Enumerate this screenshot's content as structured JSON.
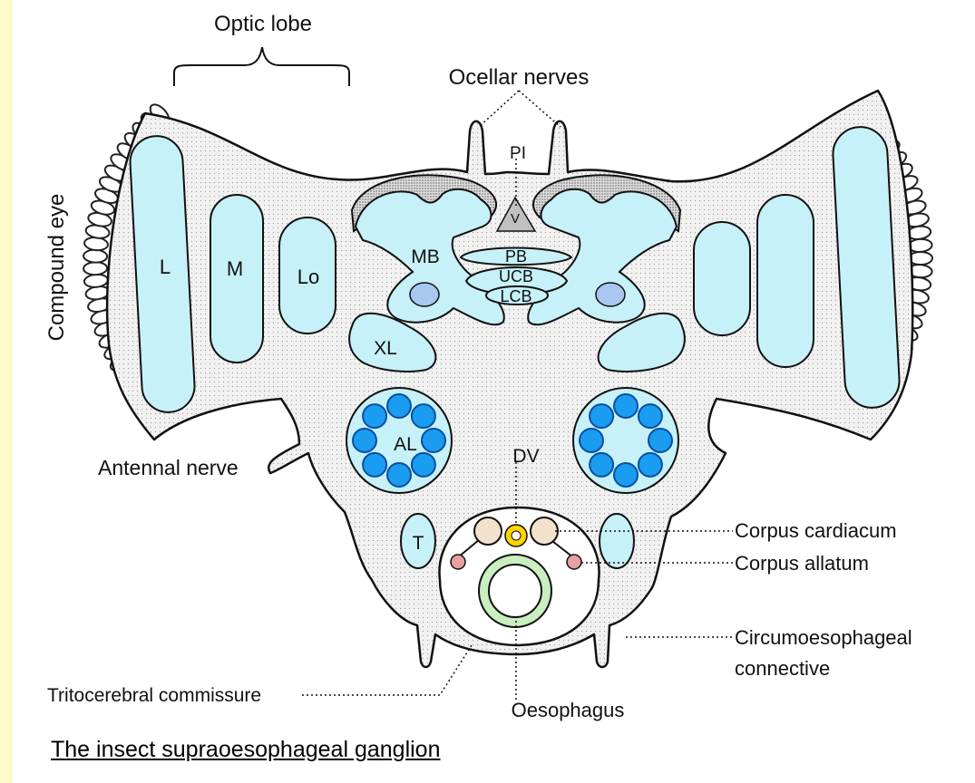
{
  "title": "The insect supraoesophageal ganglion",
  "labels": {
    "optic_lobe": "Optic lobe",
    "ocellar_nerves": "Ocellar nerves",
    "compound_eye": "Compound eye",
    "antennal_nerve": "Antennal nerve",
    "corpus_cardiacum": "Corpus cardiacum",
    "corpus_allatum": "Corpus allatum",
    "circumoesophageal_line1": "Circumoesophageal",
    "circumoesophageal_line2": "connective",
    "tritocerebral_commissure": "Tritocerebral commissure",
    "oesophagus": "Oesophagus"
  },
  "regions": {
    "PI": "PI",
    "MB": "MB",
    "PB": "PB",
    "UCB": "UCB",
    "LCB": "LCB",
    "L": "L",
    "M": "M",
    "Lo": "Lo",
    "XL": "XL",
    "AL": "AL",
    "DV": "DV",
    "T": "T",
    "V": "V"
  },
  "colors": {
    "background": "#fffbc8",
    "neuropil": "#c7f1f8",
    "tissue": "#f1f1f1",
    "glomerulus": "#1a9cf0",
    "calyx_body": "#a8c8f0",
    "cardiacum": "#f2e2cc",
    "allatum": "#e8a0a0",
    "oesophagus": "#c9eec0",
    "vessel": "#ffd400"
  }
}
